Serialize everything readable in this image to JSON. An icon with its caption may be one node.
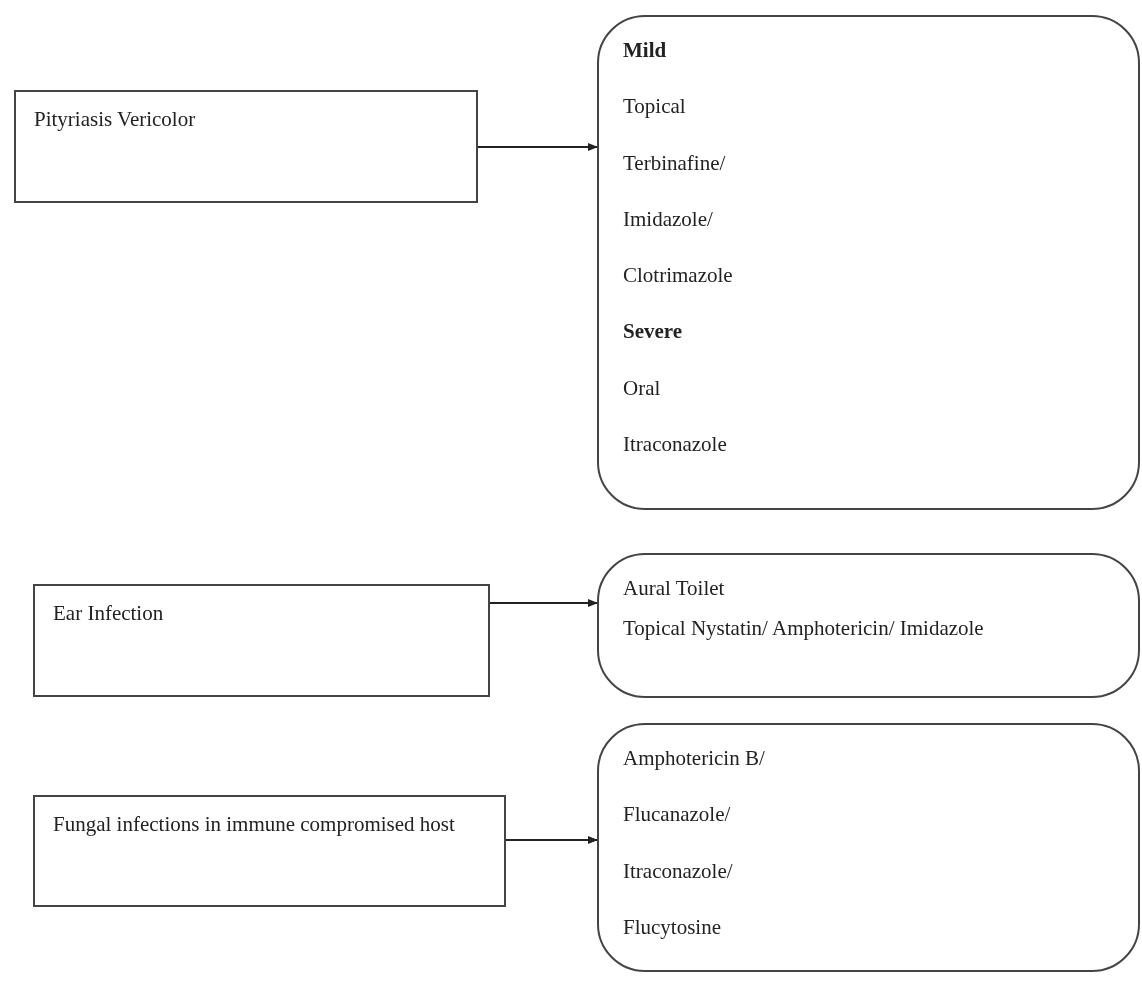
{
  "diagram": {
    "nodes": [
      {
        "text": [
          "Pityriasis Vericolor"
        ]
      },
      {
        "text": [
          "**Mild**",
          "Topical",
          "Terbinafine/",
          "Imidazole/",
          "Clotrimazole",
          "**Severe**",
          "Oral",
          "Itraconazole"
        ]
      },
      {
        "text": [
          "Ear Infection"
        ]
      },
      {
        "text": [
          "Aural Toilet",
          "Topical Nystatin/ Amphotericin/ Imidazole"
        ]
      },
      {
        "text": [
          "Fungal infections in immune compromised host"
        ]
      },
      {
        "text": [
          "Amphotericin B/",
          "Flucanazole/",
          "Itraconazole/",
          "Flucytosine"
        ]
      }
    ],
    "edges": [
      {
        "from": 0,
        "to": 1,
        "arrow": "to"
      },
      {
        "from": 2,
        "to": 3,
        "arrow": "to"
      },
      {
        "from": 4,
        "to": 5,
        "arrow": "to"
      }
    ]
  }
}
